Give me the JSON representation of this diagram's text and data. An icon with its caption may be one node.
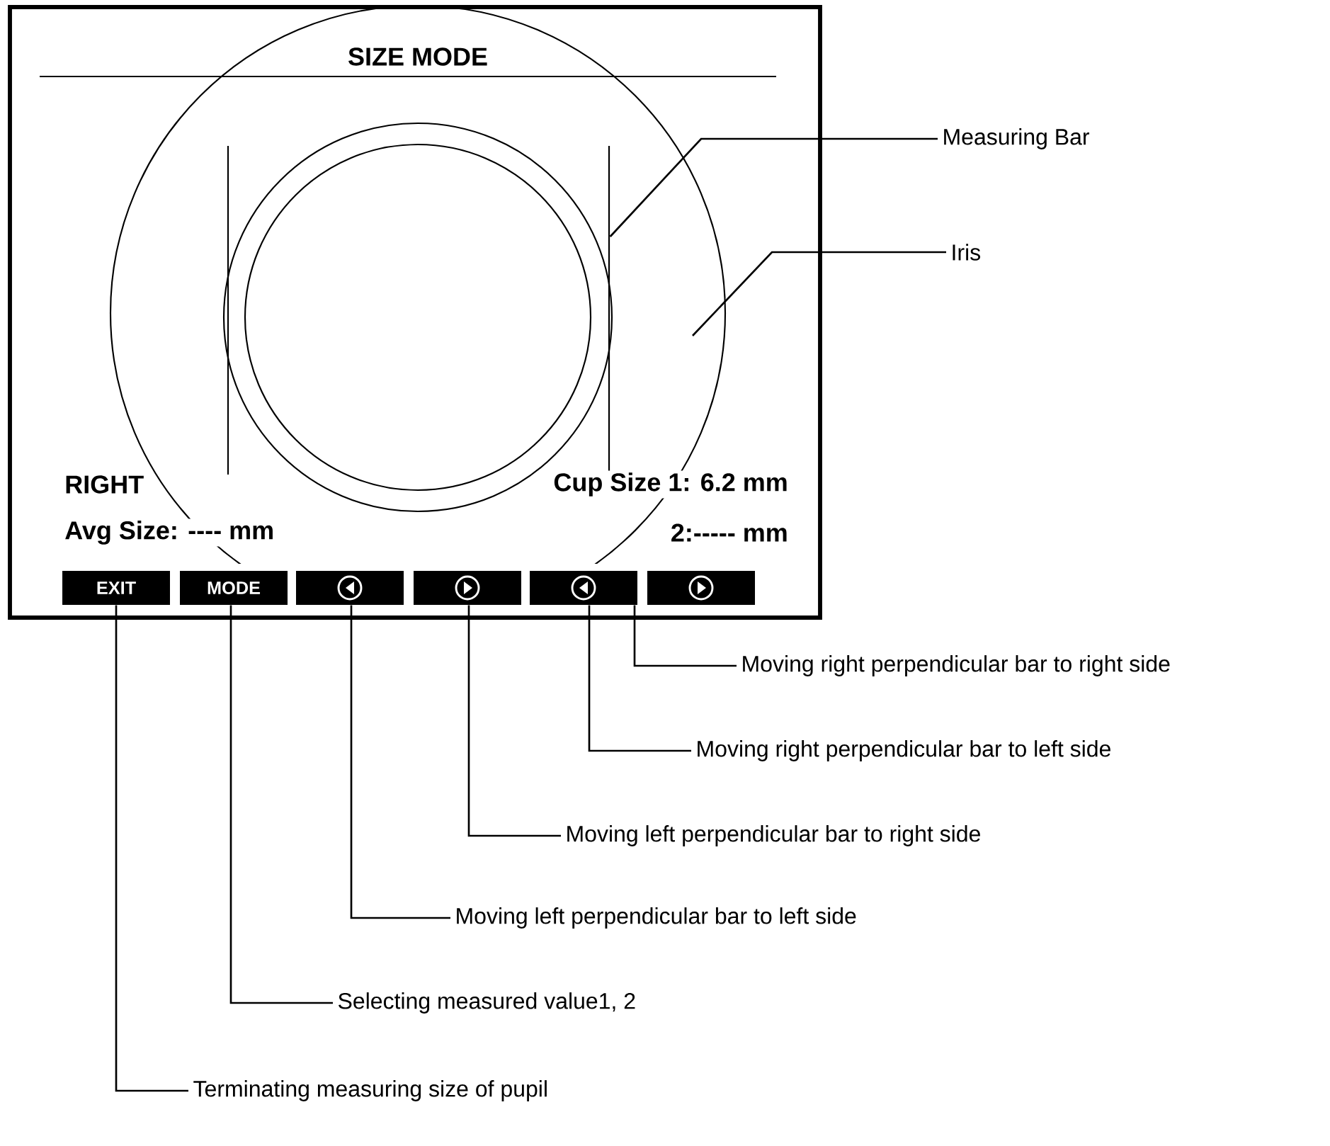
{
  "diagram": {
    "nodes": [
      {
        "text": [
          "Measuring Bar"
        ]
      },
      {
        "text": [],
        "shape": "bar"
      },
      {
        "text": [
          "Iris"
        ]
      },
      {
        "text": [
          "EXIT"
        ]
      },
      {
        "text": [
          "MODE"
        ]
      },
      {
        "text": [],
        "shape": "box"
      },
      {
        "text": [],
        "shape": "box"
      },
      {
        "text": [],
        "shape": "box"
      },
      {
        "text": [],
        "shape": "box"
      },
      {
        "text": [
          "Moving right perpendicular bar to right side"
        ]
      },
      {
        "text": [
          "Moving right perpendicular bar to left side"
        ]
      },
      {
        "text": [
          "Moving left perpendicular bar to right side"
        ]
      },
      {
        "text": [
          "Moving left perpendicular bar to left side"
        ]
      },
      {
        "text": [
          "Selecting measured value1, 2"
        ]
      },
      {
        "text": [
          "Terminating measuring size of pupil"
        ]
      }
    ],
    "edges": [
      {
        "from": 0,
        "to": 1,
        "arrow": "none"
      },
      {
        "from": 2,
        "to": null,
        "arrow": "none"
      },
      {
        "from": 9,
        "to": 8,
        "arrow": "none"
      },
      {
        "from": 10,
        "to": 7,
        "arrow": "none"
      },
      {
        "from": 11,
        "to": 6,
        "arrow": "none"
      },
      {
        "from": 12,
        "to": 5,
        "arrow": "none"
      },
      {
        "from": 13,
        "to": 4,
        "arrow": "none"
      },
      {
        "from": 14,
        "to": 3,
        "arrow": "none"
      }
    ],
    "labels": [
      "SIZE MODE",
      "RIGHT",
      "Cup Size 1: 6.2 mm",
      "Avg Size: ---- mm",
      "2:----- mm"
    ]
  }
}
